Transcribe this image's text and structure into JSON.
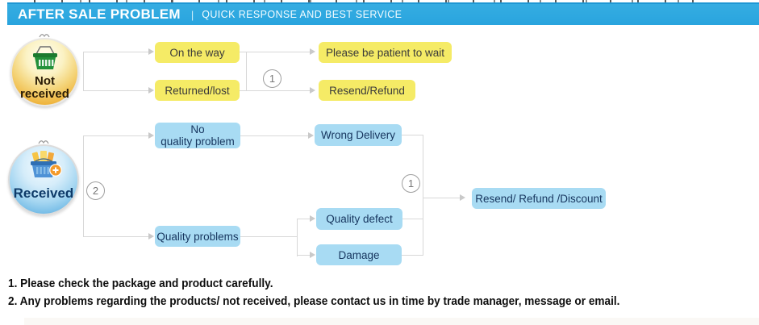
{
  "banner": {
    "title": "AFTER SALE PROBLEM",
    "separator": "|",
    "subtitle": "QUICK RESPONSE AND BEST SERVICE"
  },
  "flow_not_received": {
    "node_line1": "Not",
    "node_line2": "received",
    "node_icon": "green-shopping-basket-icon",
    "badge": "1",
    "branch_on_the_way": "On the way",
    "branch_returned_lost": "Returned/lost",
    "result_wait": "Please be patient to wait",
    "result_resend_refund": "Resend/Refund"
  },
  "flow_received": {
    "node": "Received",
    "node_icon": "blue-full-shopping-basket-icon",
    "badge_split": "2",
    "badge_merge": "1",
    "branch_no_problem_line1": "No",
    "branch_no_problem_line2": "quality problem",
    "branch_quality_problems": "Quality problems",
    "case_wrong_delivery": "Wrong Delivery",
    "case_quality_defect": "Quality defect",
    "case_damage": "Damage",
    "result": "Resend/ Refund /Discount"
  },
  "notes": {
    "line1": "1. Please check the package and product carefully.",
    "line2": "2. Any problems regarding the products/ not received, please contact us in time by trade manager, message or email."
  },
  "colors": {
    "banner_bg": "#2BA7E0",
    "yellow_box": "#F5EB66",
    "blue_box": "#A8DBF3",
    "connector_line": "#D8D8D8",
    "not_received_ball": "#EFB43C",
    "received_ball": "#66B4E3"
  }
}
